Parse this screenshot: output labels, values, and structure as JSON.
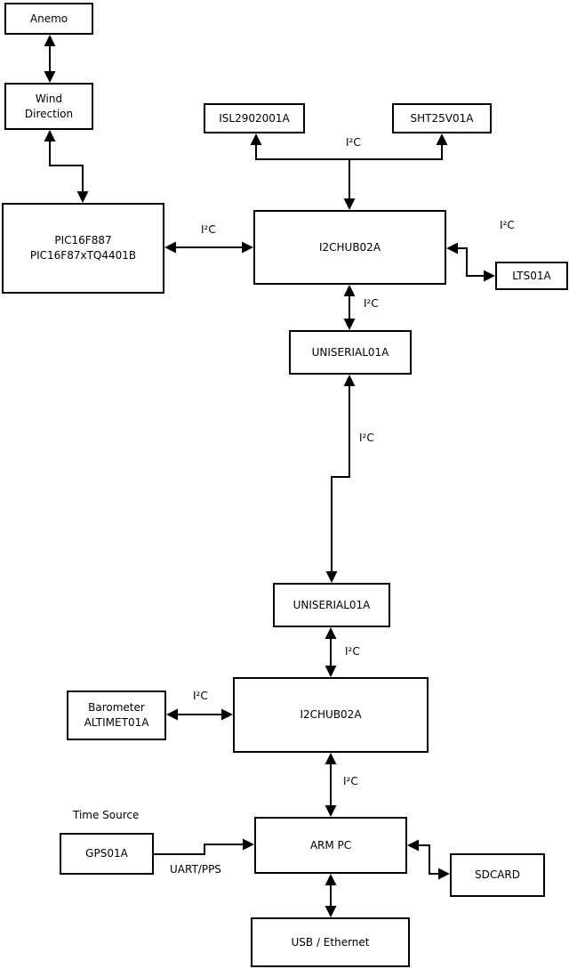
{
  "diagram": {
    "colors": {
      "stroke": "#000000",
      "background": "#ffffff",
      "node_fill": "#ffffff"
    },
    "nodes": {
      "anemo": {
        "label": "Anemo"
      },
      "wind": {
        "label": "Wind\nDirection"
      },
      "pic": {
        "label": "PIC16F887\nPIC16F87xTQ4401B"
      },
      "isl": {
        "label": "ISL2902001A"
      },
      "sht": {
        "label": "SHT25V01A"
      },
      "hub1": {
        "label": "I2CHUB02A"
      },
      "lts": {
        "label": "LTS01A"
      },
      "uniserial1": {
        "label": "UNISERIAL01A"
      },
      "uniserial2": {
        "label": "UNISERIAL01A"
      },
      "hub2": {
        "label": "I2CHUB02A"
      },
      "barometer": {
        "label": "Barometer\nALTIMET01A"
      },
      "armpc": {
        "label": "ARM PC"
      },
      "gps": {
        "label": "GPS01A"
      },
      "sdcard": {
        "label": "SDCARD"
      },
      "usb": {
        "label": "USB / Ethernet"
      }
    },
    "edge_labels": {
      "i2c_sensors": "I²C",
      "i2c_pic_hub1": "I²C",
      "i2c_hub1_lts": "I²C",
      "i2c_hub1_uni1": "I²C",
      "i2c_uni_link": "I²C",
      "i2c_uni2_hub2": "I²C",
      "i2c_baro_hub2": "I²C",
      "i2c_hub2_armpc": "I²C",
      "time_source": "Time Source",
      "uart_pps": "UART/PPS"
    }
  }
}
